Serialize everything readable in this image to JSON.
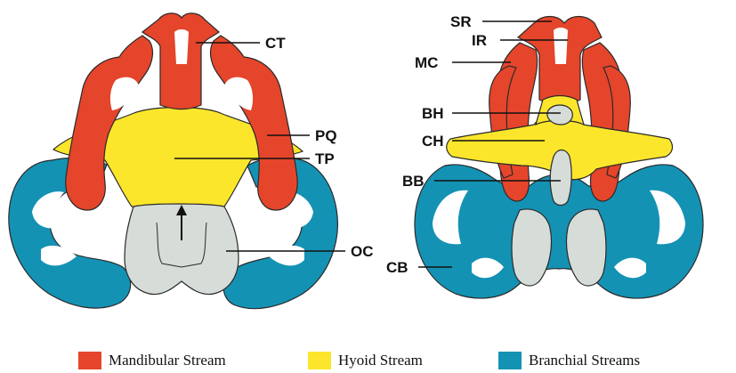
{
  "colors": {
    "mandibular": "#e5452b",
    "hyoid": "#fbe62b",
    "branchial": "#1492b4",
    "neural": "#d6dcd8"
  },
  "labels": {
    "ct": "CT",
    "pq": "PQ",
    "tp": "TP",
    "oc": "OC",
    "sr": "SR",
    "ir": "IR",
    "mc": "MC",
    "bh": "BH",
    "ch": "CH",
    "bb": "BB",
    "cb": "CB"
  },
  "legend": [
    {
      "label": "Mandibular Stream",
      "color": "#e5452b"
    },
    {
      "label": "Hyoid Stream",
      "color": "#fbe62b"
    },
    {
      "label": "Branchial Streams",
      "color": "#1492b4"
    }
  ]
}
